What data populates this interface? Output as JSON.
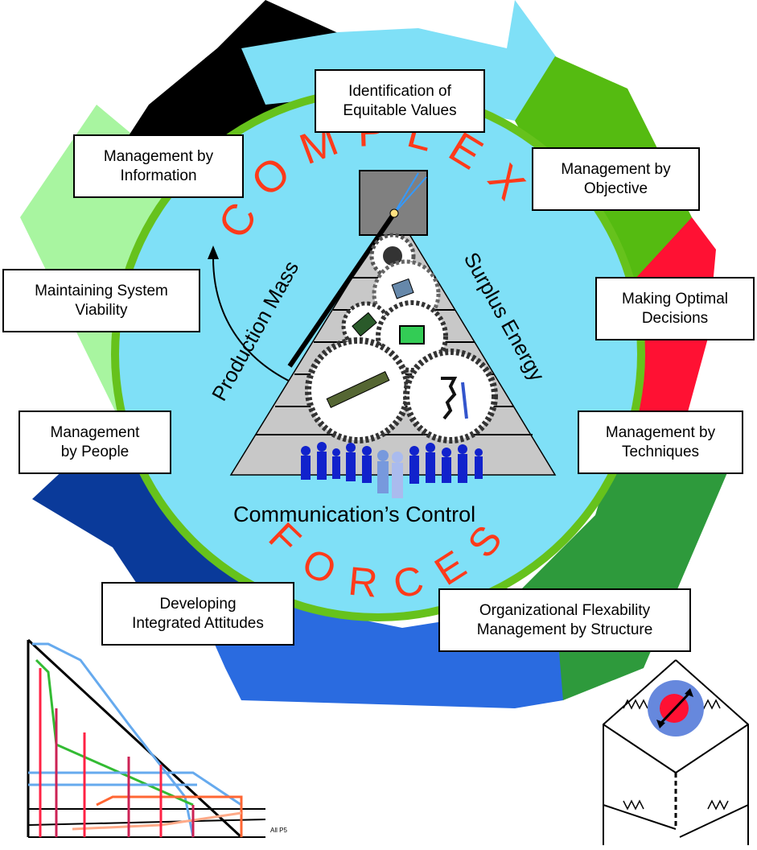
{
  "diagram": {
    "ring_words": {
      "top": "COMPLEX",
      "bottom": "FORCES"
    },
    "pyramid_labels": {
      "left": "Production Mass",
      "right": "Surplus Energy",
      "base": "Communication’s Control"
    },
    "boxes": {
      "equitable_values": "Identification of\nEquitable Values",
      "information": "Management by\nInformation",
      "objective": "Management by\nObjective",
      "viability": "Maintaining System\nViability",
      "optimal_decisions": "Making Optimal\nDecisions",
      "people": "Management\nby People",
      "techniques": "Management by\nTechniques",
      "attitudes": "Developing\nIntegrated Attitudes",
      "structure": "Organizational Flexability\nManagement by Structure"
    },
    "small_chart_label": "All P5",
    "colors": {
      "ring_fill": "#7fe0f7",
      "green_ring": "#66c21c",
      "arrow_black": "#000000",
      "arrow_green": "#55bb11",
      "arrow_red": "#ff1133",
      "arrow_dark_green": "#2e9a3c",
      "arrow_blue": "#2a6be0",
      "arrow_dark_blue": "#0a3a9a",
      "arrow_light_green": "#a8f5a0",
      "complex_text": "#ff3a1a",
      "pyramid_fill": "#c8c8c8",
      "people_blue": "#1122cc"
    }
  }
}
